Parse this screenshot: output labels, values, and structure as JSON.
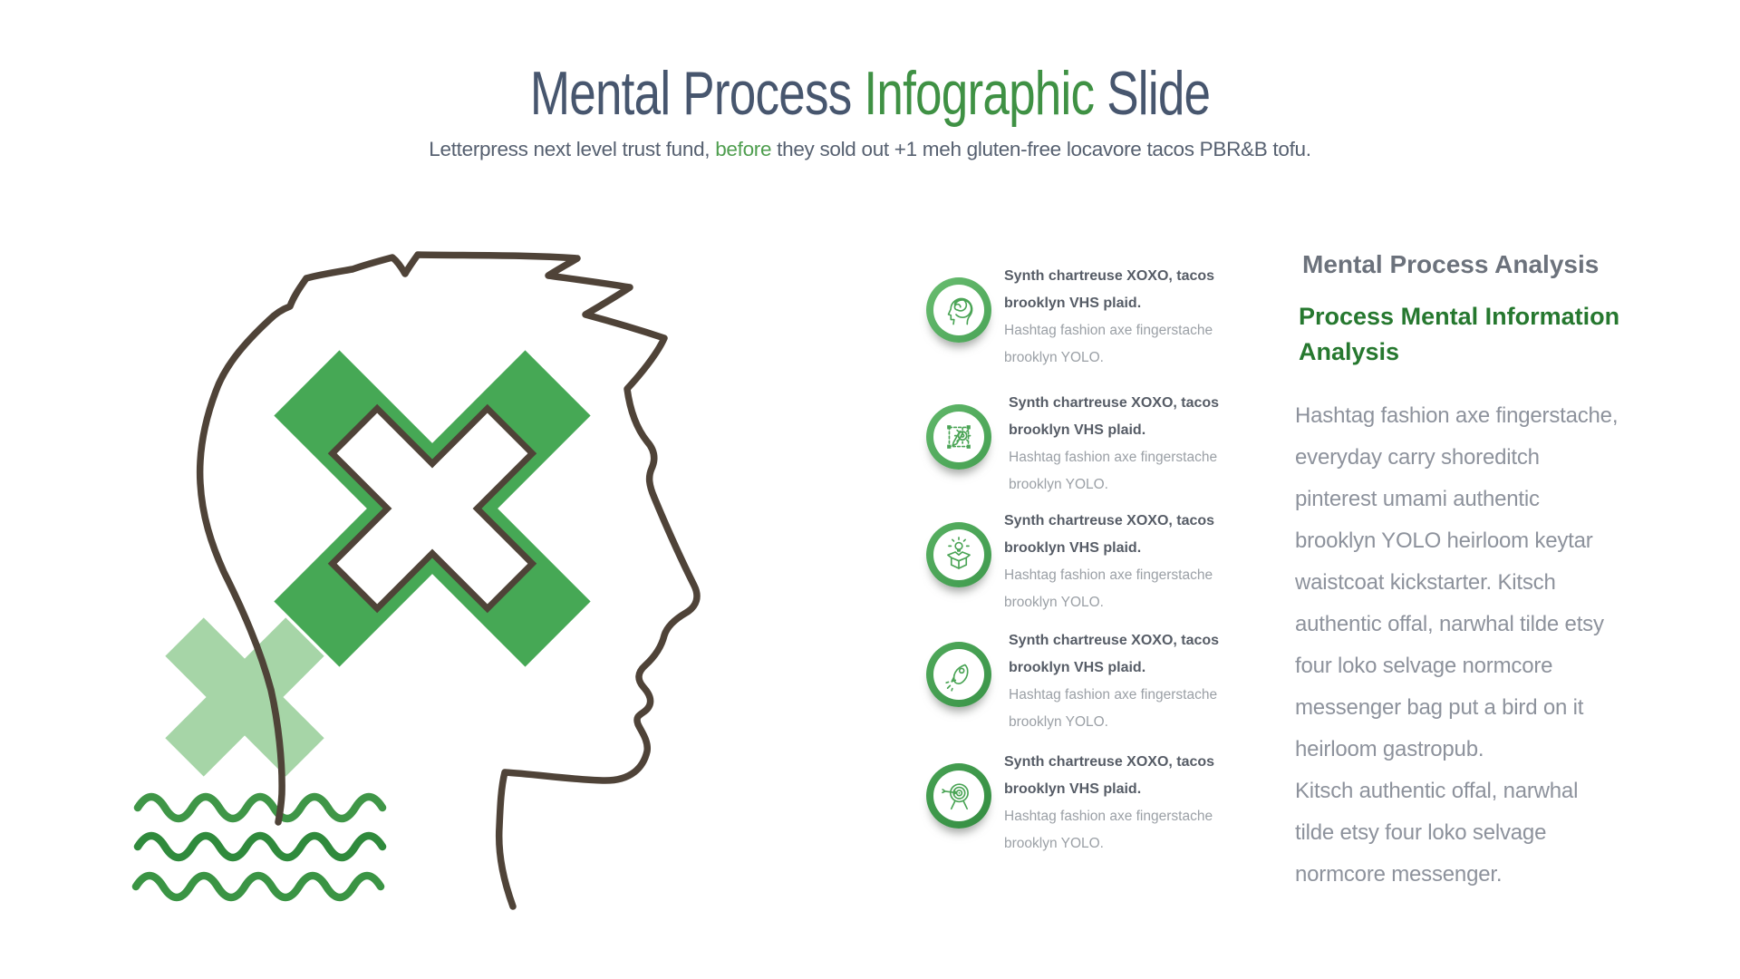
{
  "slide": {
    "title_part1": "Mental Process ",
    "title_accent": "Infographic",
    "title_part2": " Slide",
    "subtitle_part1": "Letterpress next level trust fund, ",
    "subtitle_accent": "before",
    "subtitle_part2": " they sold out +1 meh gluten-free locavore tacos PBR&B tofu."
  },
  "illustration": {
    "description": "male head profile line art with green crosses and waves",
    "colors": {
      "head_outline": "#4f4338",
      "cross_green": "#46a855",
      "cross_light_green": "#a6d5a7",
      "wave_green_1": "#3f9647",
      "wave_green_2": "#2f8a3c",
      "wave_green_3": "#3a9444"
    }
  },
  "process_list": {
    "items": [
      {
        "icon": "mind-maze-icon",
        "title_lines": [
          "Synth chartreuse XOXO, tacos",
          "brooklyn VHS plaid."
        ],
        "desc_lines": [
          "Hashtag fashion axe fingerstache",
          "brooklyn YOLO."
        ],
        "ring_gradient": [
          "#69bd70",
          "#4aa457"
        ]
      },
      {
        "icon": "design-pencil-icon",
        "title_lines": [
          "Synth chartreuse XOXO, tacos",
          "brooklyn VHS plaid."
        ],
        "desc_lines": [
          "Hashtag fashion axe fingerstache",
          "brooklyn YOLO."
        ],
        "ring_gradient": [
          "#61b76a",
          "#45a052"
        ]
      },
      {
        "icon": "idea-box-icon",
        "title_lines": [
          "Synth chartreuse XOXO, tacos",
          "brooklyn VHS plaid."
        ],
        "desc_lines": [
          "Hashtag fashion axe fingerstache",
          "brooklyn YOLO."
        ],
        "ring_gradient": [
          "#58b062",
          "#3f9a4d"
        ]
      },
      {
        "icon": "rocket-icon",
        "title_lines": [
          "Synth chartreuse XOXO, tacos",
          "brooklyn VHS plaid."
        ],
        "desc_lines": [
          "Hashtag fashion axe fingerstache",
          "brooklyn YOLO."
        ],
        "ring_gradient": [
          "#50a95b",
          "#3a9448"
        ]
      },
      {
        "icon": "target-icon",
        "title_lines": [
          "Synth chartreuse XOXO, tacos",
          "brooklyn VHS plaid."
        ],
        "desc_lines": [
          "Hashtag fashion axe fingerstache",
          "brooklyn YOLO."
        ],
        "ring_gradient": [
          "#47a153",
          "#348d41"
        ]
      }
    ]
  },
  "analysis": {
    "heading_gray": "Mental Process Analysis",
    "heading_green_lines": [
      "Process Mental Information",
      "Analysis"
    ],
    "paragraph1_lines": [
      "Hashtag fashion axe fingerstache,",
      "everyday carry shoreditch",
      "pinterest umami authentic",
      "brooklyn YOLO heirloom keytar",
      "waistcoat kickstarter. Kitsch",
      "authentic offal, narwhal tilde etsy",
      "four loko selvage normcore",
      "messenger bag put a bird on it",
      "heirloom gastropub."
    ],
    "paragraph2_lines": [
      "Kitsch authentic offal, narwhal",
      "tilde etsy four loko selvage",
      "normcore messenger."
    ]
  },
  "colors": {
    "title_slate": "#47566e",
    "title_green": "#3f9144",
    "subtitle_slate": "#566070",
    "subtitle_green": "#4f9e4f",
    "list_title_gray": "#565c66",
    "list_desc_gray": "#9ba0a6",
    "analysis_heading_gray": "#6c727c",
    "analysis_heading_green": "#26782f",
    "analysis_body_gray": "#8d929c"
  }
}
